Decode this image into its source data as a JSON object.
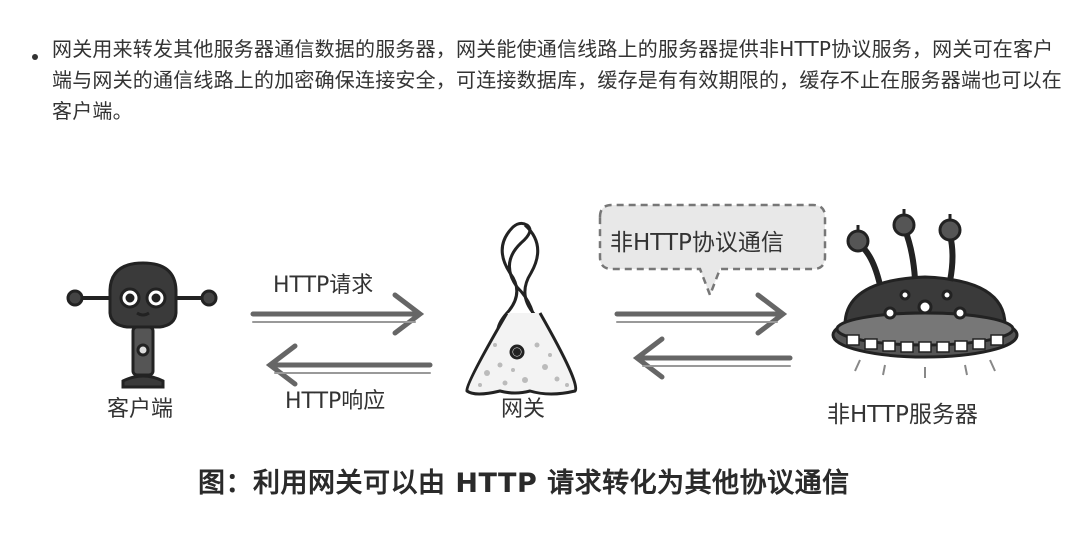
{
  "paragraph": {
    "text": "网关用来转发其他服务器通信数据的服务器，网关能使通信线路上的服务器提供非HTTP协议服务，网关可在客户端与网关的通信线路上的加密确保连接安全，可连接数据库，缓存是有有效期限的，缓存不止在服务器端也可以在客户端。"
  },
  "figure": {
    "client_label": "客户端",
    "request_label": "HTTP请求",
    "response_label": "HTTP响应",
    "gateway_label": "网关",
    "bubble_label": "非HTTP协议通信",
    "server_label": "非HTTP服务器",
    "caption": "图：利用网关可以由 HTTP 请求转化为其他协议通信"
  }
}
